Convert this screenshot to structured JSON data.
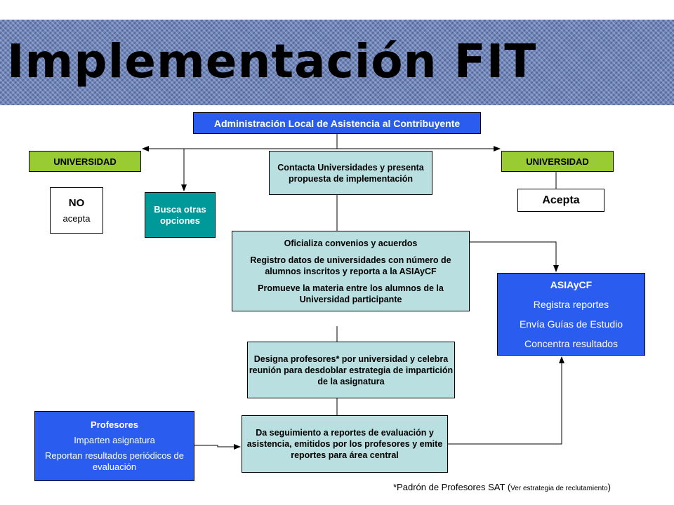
{
  "title": "Implementación FIT",
  "boxes": {
    "admin": "Administración Local de Asistencia al Contribuyente",
    "universidad_left": "UNIVERSIDAD",
    "universidad_right": "UNIVERSIDAD",
    "contacta": "Contacta Universidades y presenta propuesta de implementación",
    "no_acepta": {
      "line1": "NO",
      "line2": "acepta"
    },
    "busca": "Busca otras opciones",
    "acepta": "Acepta",
    "oficializa": [
      "Oficializa convenios y acuerdos",
      "Registro datos de universidades con número de alumnos inscritos y reporta a la ASIAyCF",
      "Promueve la materia entre los alumnos de la Universidad participante"
    ],
    "asiaycf": {
      "title": "ASIAyCF",
      "lines": [
        "Registra reportes",
        "Envía Guías de Estudio",
        "Concentra resultados"
      ]
    },
    "designa": "Designa profesores* por universidad y celebra reunión para desdoblar estrategia de impartición de la asignatura",
    "profesores": {
      "title": "Profesores",
      "lines": [
        "Imparten asignatura",
        "Reportan resultados periódicos de evaluación"
      ]
    },
    "seguimiento": "Da seguimiento a reportes de evaluación y asistencia, emitidos por los profesores y emite reportes para área central"
  },
  "footnote": {
    "main": "*Padrón de Profesores SAT (",
    "small": "Ver estrategia de reclutamiento",
    "close": ")"
  },
  "colors": {
    "header_bg": "#6f86ba",
    "blue_box": "#2b5cf0",
    "teal_box": "#b9dfe0",
    "green_box": "#99cc33",
    "busca_box": "#009999"
  }
}
